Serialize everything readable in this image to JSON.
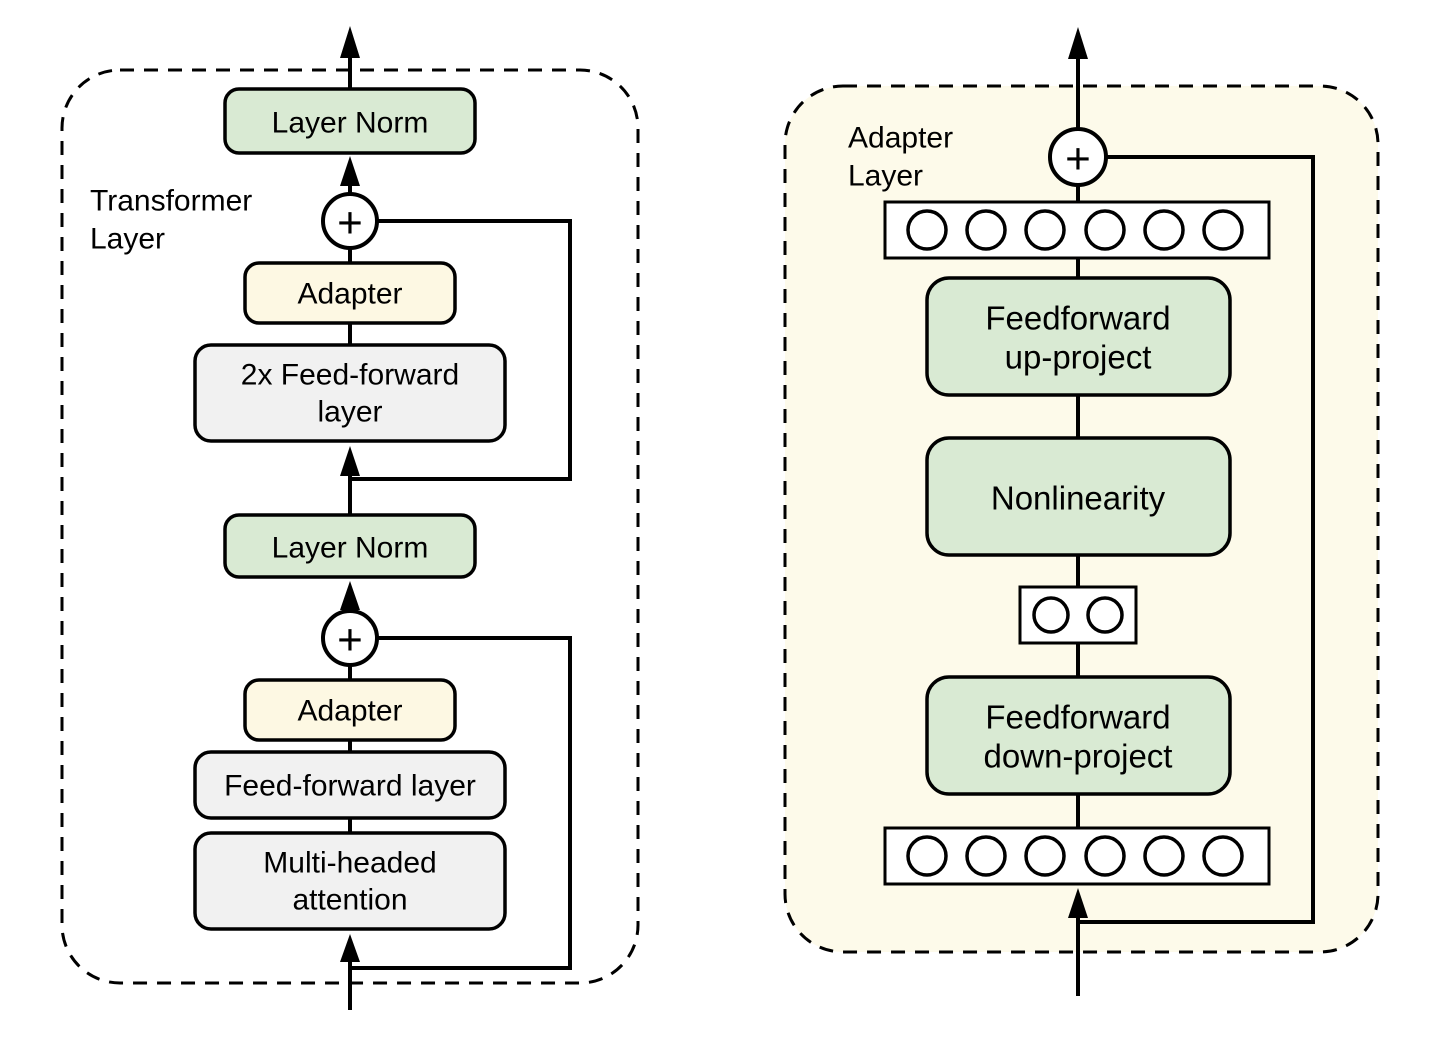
{
  "figure": {
    "left_panel": {
      "label_line1": "Transformer",
      "label_line2": "Layer",
      "layer_norm_top": "Layer Norm",
      "plus_top": "+",
      "adapter_top": "Adapter",
      "feedforward_2x_line1": "2x Feed-forward",
      "feedforward_2x_line2": "layer",
      "layer_norm_mid": "Layer Norm",
      "plus_mid": "+",
      "adapter_bottom": "Adapter",
      "feedforward_layer": "Feed-forward layer",
      "attention_line1": "Multi-headed",
      "attention_line2": "attention"
    },
    "right_panel": {
      "label_line1": "Adapter",
      "label_line2": "Layer",
      "plus": "+",
      "feedforward_up_line1": "Feedforward",
      "feedforward_up_line2": "up-project",
      "nonlinearity": "Nonlinearity",
      "feedforward_down_line1": "Feedforward",
      "feedforward_down_line2": "down-project"
    },
    "colors": {
      "box_green": "#d9ead3",
      "box_yellow": "#fdf8e3",
      "box_gray": "#f1f1f1",
      "panel_cream": "#fdfaea",
      "line_black": "#000000"
    }
  }
}
